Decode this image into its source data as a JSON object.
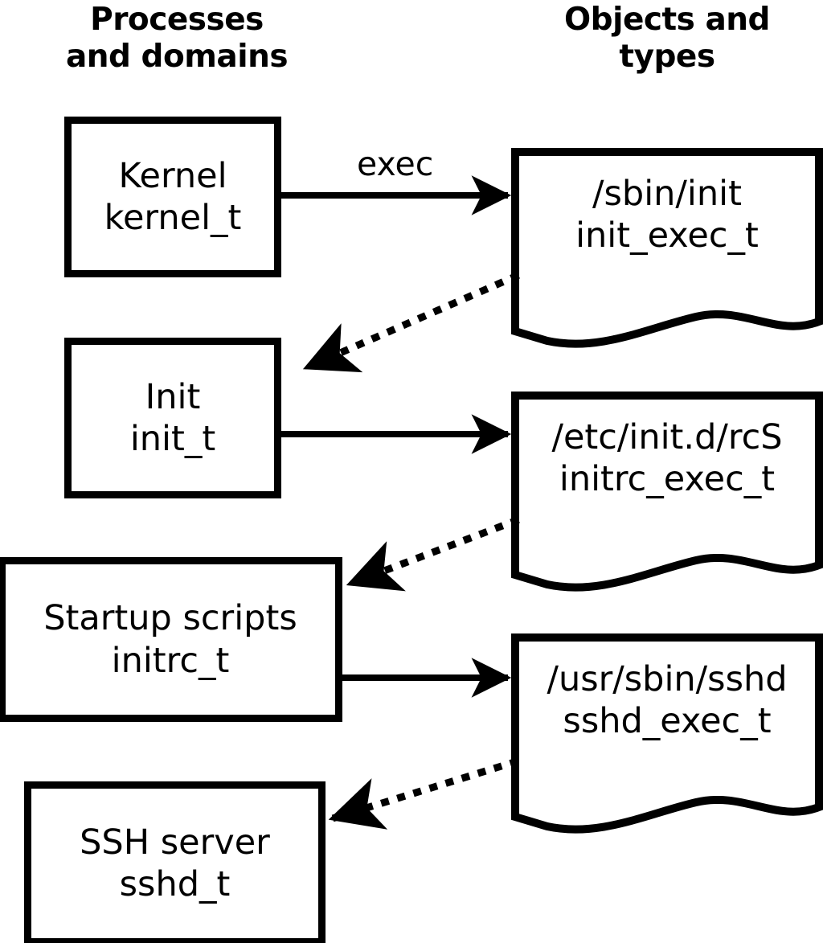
{
  "diagram": {
    "title_columns": {
      "left": "Processes\nand domains",
      "right": "Objects and\ntypes"
    },
    "colors": {
      "stroke": "#000000",
      "fill": "#ffffff",
      "background": "#ffffff"
    },
    "process_nodes": [
      {
        "id": "kernel",
        "name": "Kernel",
        "type": "kernel_t"
      },
      {
        "id": "init",
        "name": "Init",
        "type": "init_t"
      },
      {
        "id": "initrc",
        "name": "Startup scripts",
        "type": "initrc_t"
      },
      {
        "id": "sshd",
        "name": "SSH server",
        "type": "sshd_t"
      }
    ],
    "object_nodes": [
      {
        "id": "init_exec",
        "path": "/sbin/init",
        "type": "init_exec_t"
      },
      {
        "id": "initrc_exec",
        "path": "/etc/init.d/rcS",
        "type": "initrc_exec_t"
      },
      {
        "id": "sshd_exec",
        "path": "/usr/sbin/sshd",
        "type": "sshd_exec_t"
      }
    ],
    "edges": [
      {
        "id": "e1",
        "from": "kernel",
        "to": "init_exec",
        "label": "exec",
        "style": "solid"
      },
      {
        "id": "e2",
        "from": "init_exec",
        "to": "init",
        "label": "",
        "style": "dotted"
      },
      {
        "id": "e3",
        "from": "init",
        "to": "initrc_exec",
        "label": "",
        "style": "solid"
      },
      {
        "id": "e4",
        "from": "initrc_exec",
        "to": "initrc",
        "label": "",
        "style": "dotted"
      },
      {
        "id": "e5",
        "from": "initrc",
        "to": "sshd_exec",
        "label": "",
        "style": "solid"
      },
      {
        "id": "e6",
        "from": "sshd_exec",
        "to": "sshd",
        "label": "",
        "style": "dotted"
      }
    ],
    "edge_labels": {
      "exec": "exec"
    }
  }
}
